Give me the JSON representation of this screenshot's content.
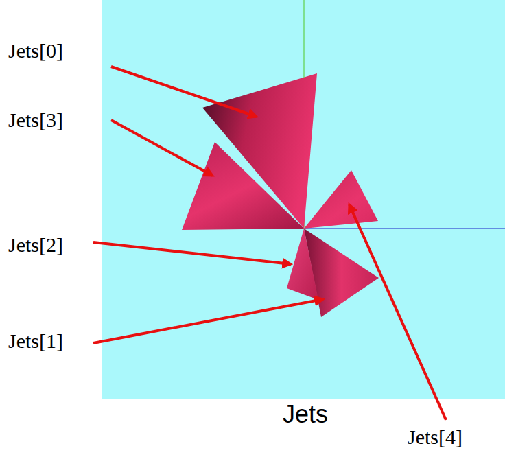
{
  "diagram": {
    "caption": "Jets",
    "labels": [
      "Jets[0]",
      "Jets[3]",
      "Jets[2]",
      "Jets[1]",
      "Jets[4]"
    ]
  }
}
